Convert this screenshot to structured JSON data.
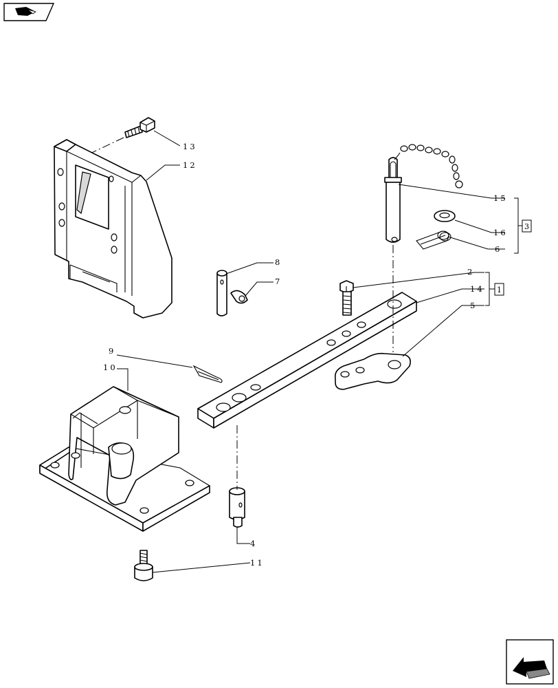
{
  "header_icon": {
    "name": "book-navigation-icon"
  },
  "footer_icon": {
    "name": "previous-page-arrow-icon"
  },
  "callouts": {
    "c2": "2",
    "c3_box": "3",
    "c4": "4",
    "c5": "5",
    "c6": "6",
    "c7": "7",
    "c8": "8",
    "c9": "9",
    "c10": "10",
    "c11": "11",
    "c12": "12",
    "c13": "13",
    "c14": "14",
    "c15": "15",
    "c16": "16",
    "c1_box": "1"
  }
}
